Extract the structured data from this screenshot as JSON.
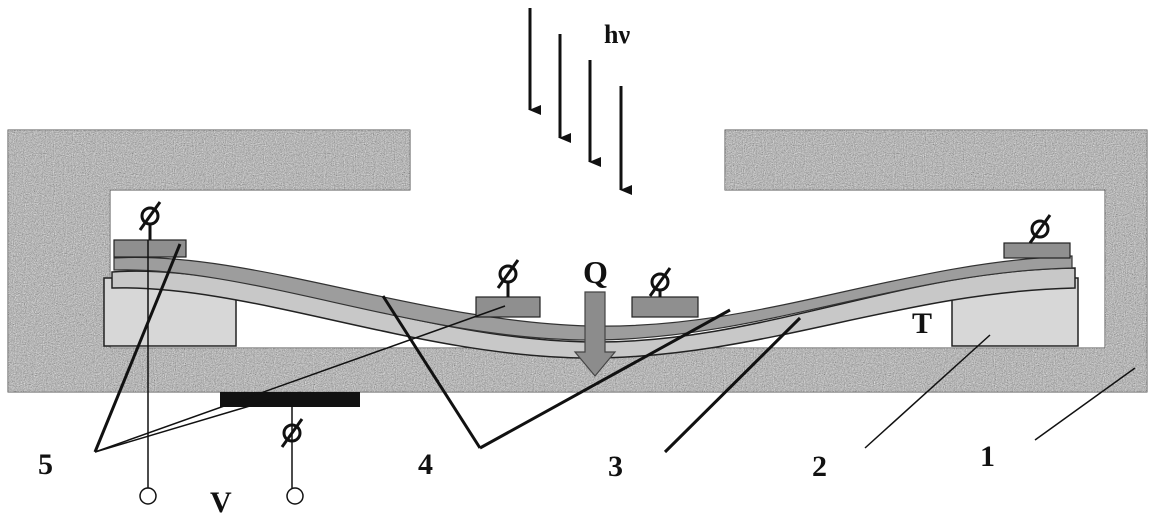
{
  "labels": {
    "light": "hν",
    "heat": "Q",
    "temperature": "T",
    "voltage": "V",
    "n1": "1",
    "n2": "2",
    "n3": "3",
    "n4": "4",
    "n5": "5"
  },
  "colors": {
    "housing": "#a9a9a9",
    "block": "#d6d6d6",
    "beam": "#c9c9c9",
    "film": "#9a9a9a",
    "line": "#111111",
    "arrow_q": "#8c8c8c"
  }
}
